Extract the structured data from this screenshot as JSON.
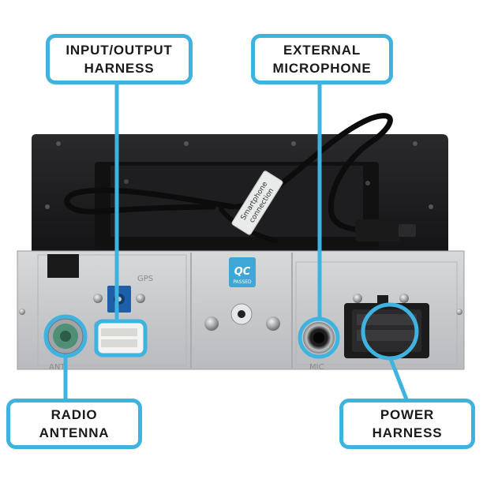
{
  "callouts": {
    "input_output": {
      "line1": "INPUT/OUTPUT",
      "line2": "HARNESS"
    },
    "external_mic": {
      "line1": "EXTERNAL",
      "line2": "MICROPHONE"
    },
    "radio_antenna": {
      "line1": "RADIO",
      "line2": "ANTENNA"
    },
    "power_harness": {
      "line1": "POWER",
      "line2": "HARNESS"
    }
  },
  "device": {
    "qc_badge": {
      "title": "QC",
      "subtitle": "PASSED"
    },
    "cable_tag": {
      "line1": "Smartphone",
      "line2": "connection"
    },
    "silkscreen": {
      "gps": "GPS",
      "antenna": "ANT",
      "mic": "MIC"
    }
  },
  "colors": {
    "accent": "#3fb3e0",
    "chassis": "#c9cbcd",
    "screen_body": "#1c1c1e",
    "gps_connector": "#1f5fa8",
    "antenna_connector": "#4f8f76"
  }
}
